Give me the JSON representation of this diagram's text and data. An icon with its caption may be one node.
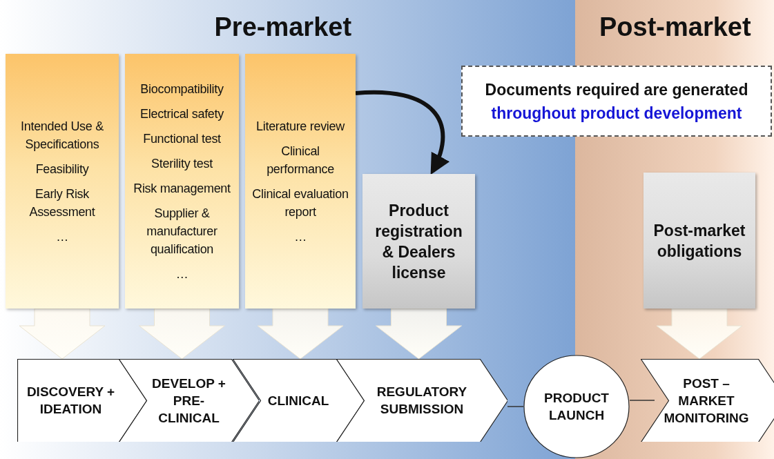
{
  "diagram": {
    "nodes": [
      {
        "text": [
          "Intended Use & Specifications",
          "Feasibility",
          "Early Risk Assessment",
          "…"
        ]
      },
      {
        "text": [
          "Biocompatibility",
          "Electrical safety",
          "Functional test",
          "Sterility test",
          "Risk management",
          "Supplier & manufacturer qualification",
          "…"
        ]
      },
      {
        "text": [
          "Literature review",
          "Clinical performance",
          "Clinical evaluation report",
          "…"
        ]
      },
      {
        "text": [
          "Product registration & Dealers license"
        ]
      },
      {
        "text": [
          "Documents required are generated",
          "throughout product development"
        ]
      },
      {
        "text": [
          "Post-market obligations"
        ]
      },
      {
        "text": [
          "DISCOVERY + IDEATION"
        ]
      },
      {
        "text": [
          "DEVELOP + PRE-CLINICAL"
        ]
      },
      {
        "text": [
          "CLINICAL"
        ]
      },
      {
        "text": [
          "REGULATORY SUBMISSION"
        ]
      },
      {
        "text": [
          "PRODUCT LAUNCH"
        ]
      },
      {
        "text": [
          "POST – MARKET MONITORING"
        ]
      }
    ],
    "edges": [
      {
        "from": 0,
        "to": 6,
        "arrow": "to"
      },
      {
        "from": 1,
        "to": 7,
        "arrow": "to"
      },
      {
        "from": 2,
        "to": 8,
        "arrow": "to"
      },
      {
        "from": 3,
        "to": 9,
        "arrow": "to"
      },
      {
        "from": 5,
        "to": 11,
        "arrow": "to"
      },
      {
        "from": 2,
        "to": 3,
        "arrow": "to",
        "style": "thick"
      },
      {
        "from": 9,
        "to": 10,
        "arrow": "none"
      },
      {
        "from": 10,
        "to": 11,
        "arrow": "none"
      }
    ],
    "labels": [
      "Pre-market",
      "Post-market"
    ]
  }
}
